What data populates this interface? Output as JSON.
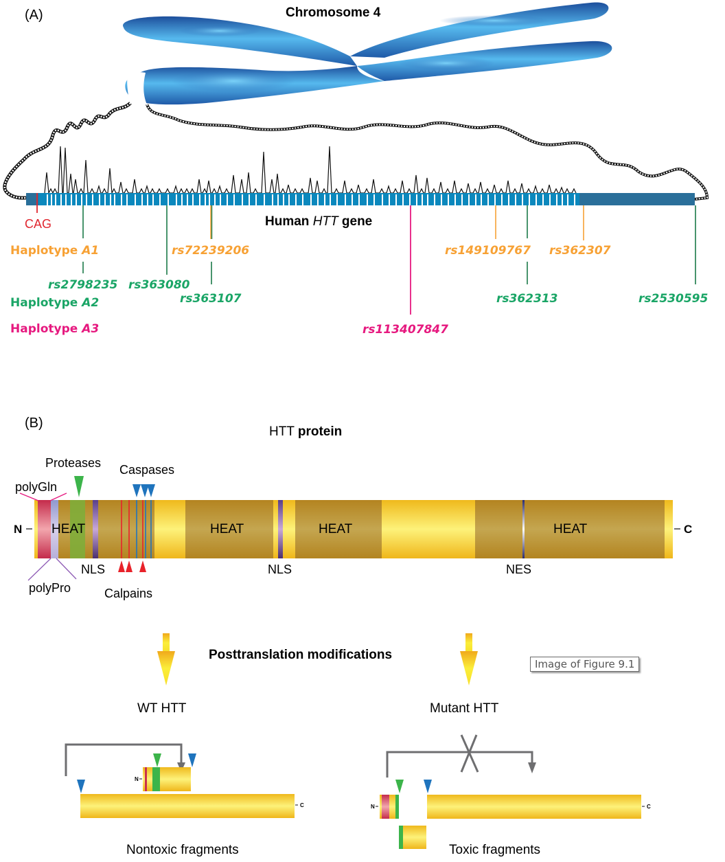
{
  "panel_a": {
    "label": "(A)",
    "chromosome_title": "Chromosome 4",
    "gene_title_prefix": "Human ",
    "gene_title_italic": "HTT",
    "gene_title_suffix": " gene",
    "cag_label": "CAG",
    "haplotypes": [
      {
        "name": "Haplotype ",
        "italic": "A1",
        "color": "#f7a134"
      },
      {
        "name": "Haplotype ",
        "italic": "A2",
        "color": "#1aa566"
      },
      {
        "name": "Haplotype ",
        "italic": "A3",
        "color": "#e6197f"
      }
    ],
    "snps": [
      {
        "id": "rs2798235",
        "haplotype": "A2",
        "color": "#1aa566"
      },
      {
        "id": "rs363080",
        "haplotype": "A2",
        "color": "#1aa566"
      },
      {
        "id": "rs72239206",
        "haplotype": "A1",
        "color": "#f7a134"
      },
      {
        "id": "rs363107",
        "haplotype": "A2",
        "color": "#1aa566"
      },
      {
        "id": "rs113407847",
        "haplotype": "A3",
        "color": "#e6197f"
      },
      {
        "id": "rs149109767",
        "haplotype": "A1",
        "color": "#f7a134"
      },
      {
        "id": "rs362307",
        "haplotype": "A1",
        "color": "#f7a134"
      },
      {
        "id": "rs362313",
        "haplotype": "A2",
        "color": "#1aa566"
      },
      {
        "id": "rs2530595",
        "haplotype": "A2",
        "color": "#1aa566"
      }
    ],
    "colors": {
      "exon": "#0b88bd",
      "utr": "#2a6f9a",
      "chromosome_dark": "#1f4f9e",
      "chromosome_light": "#6cc8f4",
      "cag": "#e0262f"
    }
  },
  "panel_b": {
    "label": "(B)",
    "protein_title_normal": "HTT ",
    "protein_title_bold": "protein",
    "n_term": "N",
    "c_term": "C",
    "domains": {
      "heat": "HEAT",
      "nls": "NLS",
      "nes": "NES",
      "polygln": "polyGln",
      "polypro": "polyPro"
    },
    "cleavage": {
      "proteases": "Proteases",
      "caspases": "Caspases",
      "calpains": "Calpains"
    },
    "ptm_label": "Posttranslation modifications",
    "wt_label": "WT HTT",
    "mutant_label": "Mutant HTT",
    "nontoxic_label": "Nontoxic fragments",
    "toxic_label": "Toxic fragments",
    "small_n": "N",
    "small_c": "C",
    "colors": {
      "heat": "#b8902a",
      "yellow": "#f5d21e",
      "polygln": "#c9304f",
      "polypro": "#b4b0d8",
      "nls": "#5b3f86",
      "protease": "#3cb44a",
      "caspase": "#1f74bd",
      "calpain": "#e8222a",
      "arrow": "#6e6e70"
    }
  },
  "caption_tooltip": "Image of Figure 9.1"
}
